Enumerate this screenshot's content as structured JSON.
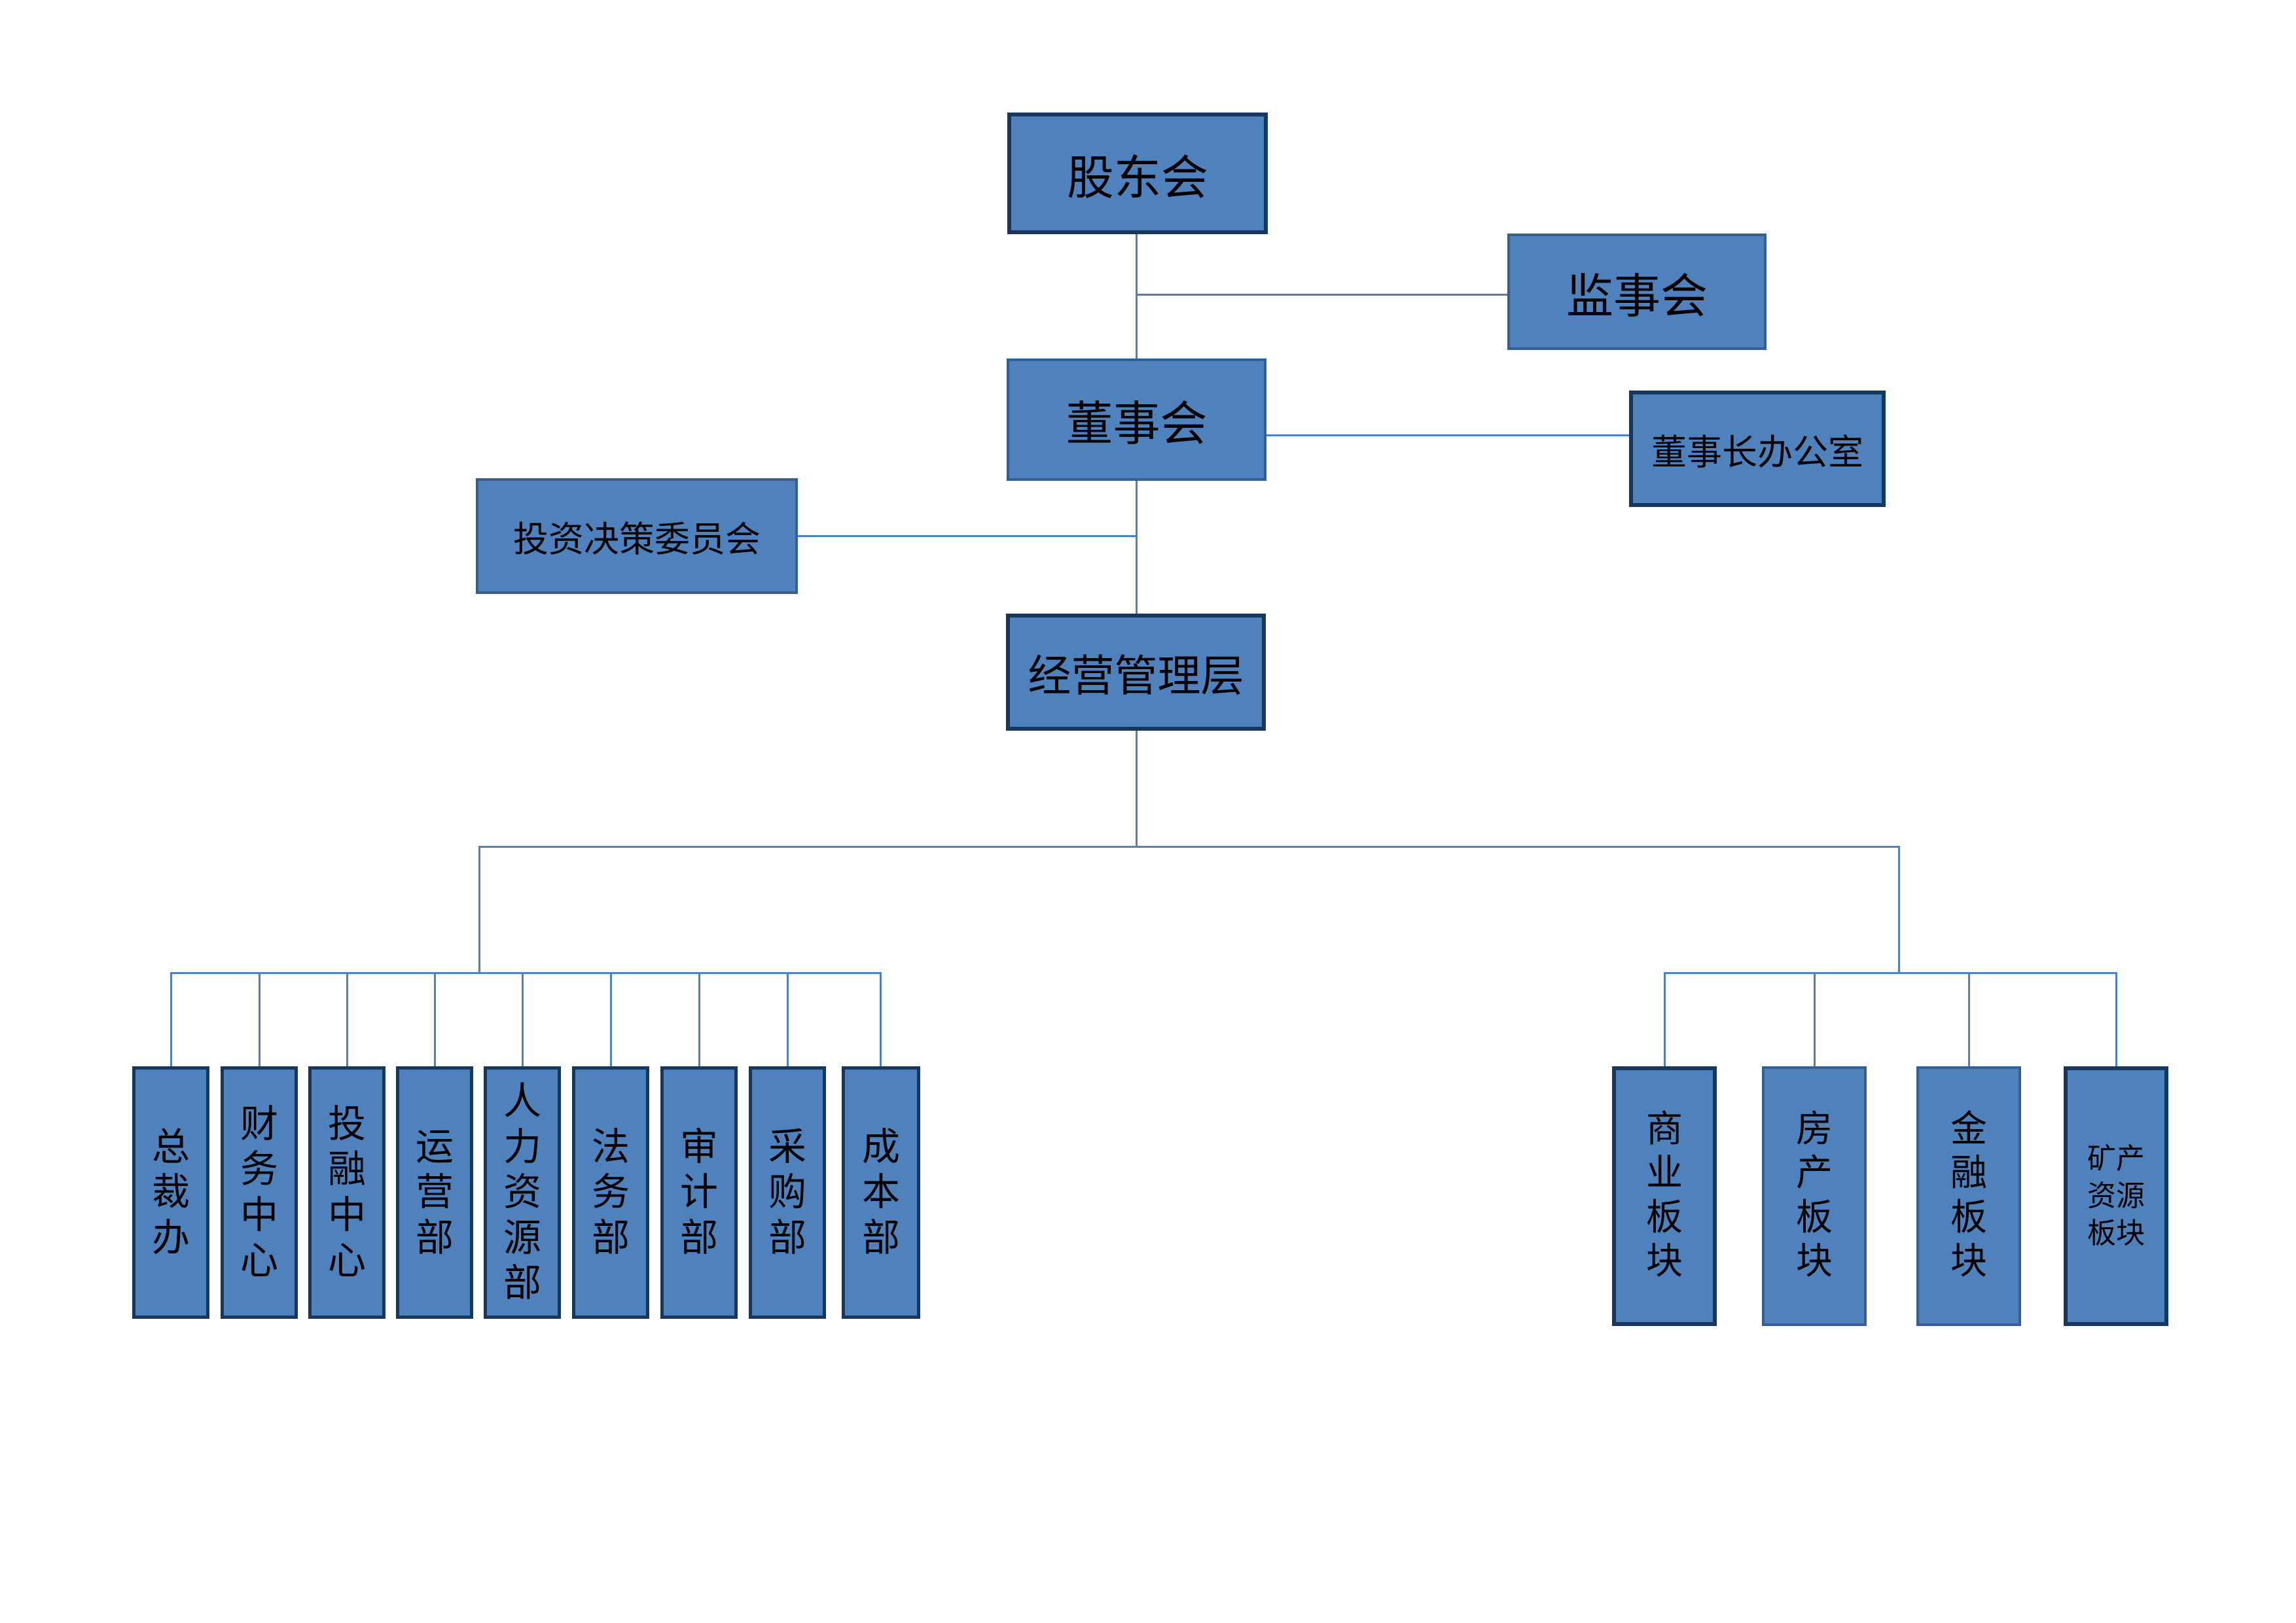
{
  "theme": {
    "box_fill": "#4f81bd",
    "border_dark": "#17375d",
    "border_medium": "#365f91",
    "line_color": "#5081bd",
    "text_color": "#000000",
    "background": "#ffffff"
  },
  "org_chart": {
    "shareholders": {
      "label": "股东会"
    },
    "supervisory_board": {
      "label": "监事会"
    },
    "board_of_directors": {
      "label": "董事会"
    },
    "chairman_office": {
      "label": "董事长办公室"
    },
    "investment_committee": {
      "label": "投资决策委员会"
    },
    "management": {
      "label": "经营管理层"
    },
    "departments": [
      {
        "label": "总裁办"
      },
      {
        "label": "财务中心"
      },
      {
        "label": "投融中心"
      },
      {
        "label": "运营部"
      },
      {
        "label": "人力资源部"
      },
      {
        "label": "法务部"
      },
      {
        "label": "审计部"
      },
      {
        "label": "采购部"
      },
      {
        "label": "成本部"
      }
    ],
    "business_units": [
      {
        "label": "商业板块"
      },
      {
        "label": "房产板块"
      },
      {
        "label": "金融板块"
      },
      {
        "label": "矿产资源板块"
      }
    ]
  }
}
